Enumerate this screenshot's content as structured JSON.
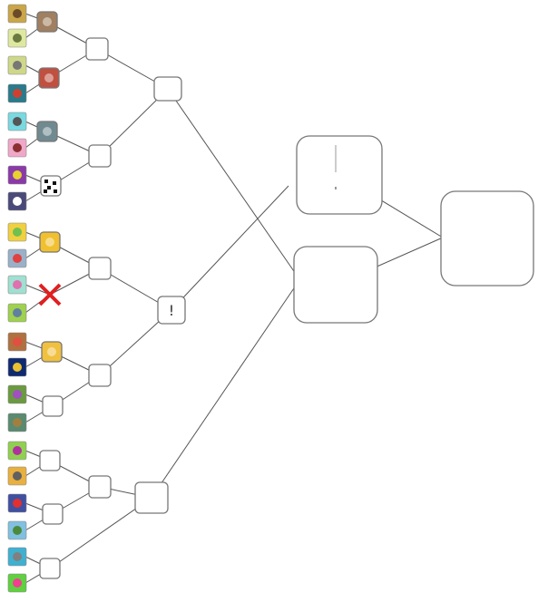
{
  "bracket": {
    "entrants": [
      {
        "name": "game-icon",
        "color": "#c9a64a",
        "accent": "#6b4a2a"
      },
      {
        "name": "game-icon",
        "color": "#dfe8a0",
        "accent": "#6a7a40"
      },
      {
        "name": "game-icon",
        "color": "#cfd88a",
        "accent": "#777"
      },
      {
        "name": "game-icon",
        "color": "#2a7a8a",
        "accent": "#d04030"
      },
      {
        "name": "game-icon",
        "color": "#7ad8e0",
        "accent": "#555"
      },
      {
        "name": "game-icon",
        "color": "#f0a8c8",
        "accent": "#8a3030"
      },
      {
        "name": "game-icon",
        "color": "#8a3aa8",
        "accent": "#e8d030"
      },
      {
        "name": "game-icon",
        "color": "#4a4a7a",
        "accent": "#ffffff"
      },
      {
        "name": "game-icon",
        "color": "#f0d040",
        "accent": "#70c050"
      },
      {
        "name": "game-icon",
        "color": "#9ab0c8",
        "accent": "#e04040"
      },
      {
        "name": "game-icon",
        "color": "#a0e0d0",
        "accent": "#e070b0"
      },
      {
        "name": "game-icon",
        "color": "#a0d050",
        "accent": "#6080a0"
      },
      {
        "name": "game-icon",
        "color": "#b07040",
        "accent": "#e05040"
      },
      {
        "name": "game-icon",
        "color": "#102a70",
        "accent": "#e8c030"
      },
      {
        "name": "game-icon",
        "color": "#6a9a40",
        "accent": "#a050c0"
      },
      {
        "name": "game-icon",
        "color": "#5a8a70",
        "accent": "#a08040"
      },
      {
        "name": "game-icon",
        "color": "#90d050",
        "accent": "#b030a0"
      },
      {
        "name": "game-icon",
        "color": "#e8b040",
        "accent": "#606060"
      },
      {
        "name": "game-icon",
        "color": "#4050a0",
        "accent": "#e03030"
      },
      {
        "name": "game-icon",
        "color": "#80c0e0",
        "accent": "#4a8a3a"
      },
      {
        "name": "game-icon",
        "color": "#40b0d0",
        "accent": "#808080"
      },
      {
        "name": "game-icon",
        "color": "#60d040",
        "accent": "#f04090"
      }
    ],
    "round1_winners": [
      {
        "kind": "image",
        "color": "#a08060"
      },
      {
        "kind": "image",
        "color": "#c05040"
      },
      {
        "kind": "image",
        "color": "#708a90"
      },
      {
        "kind": "dice",
        "color": "#ffffff"
      },
      {
        "kind": "image",
        "color": "#f0c030"
      },
      {
        "kind": "eliminated",
        "color": "#e02020"
      },
      {
        "kind": "image",
        "color": "#f0c040"
      },
      {
        "kind": "empty"
      },
      {
        "kind": "empty"
      },
      {
        "kind": "empty"
      },
      {
        "kind": "empty"
      }
    ],
    "round3_mark": "!",
    "round4_mark": "!",
    "line_color": "#555555",
    "box_border": "#777777"
  }
}
